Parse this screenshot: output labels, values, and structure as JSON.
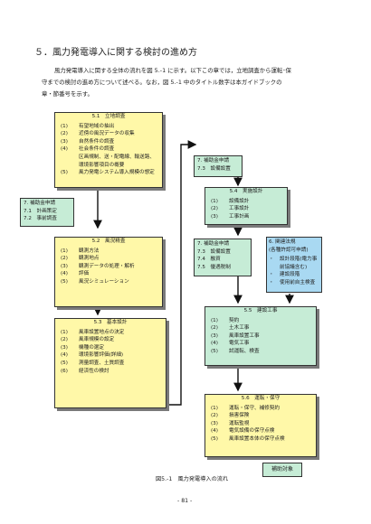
{
  "heading": "５．風力発電導入に関する検討の進め方",
  "intro": [
    "風力発電導入に関する全体の流れを図 5.-1 に示す。以下この章では，立地調査から運転･保",
    "守までの検討の進め方について述べる。なお，図 5.-1 中のタイトル数字は本ガイドブックの",
    "章・節番号を示す。"
  ],
  "box_51": {
    "title": "5.1　立地調査",
    "items": [
      {
        "num": "(1)",
        "text": "有望地域の抽出"
      },
      {
        "num": "(2)",
        "text": "近傍の風況データの収集"
      },
      {
        "num": "(3)",
        "text": "自然条件の調査"
      },
      {
        "num": "(4)",
        "text": "社会条件の調査",
        "sub": [
          "区画規制、送・配電線、輸送路、",
          "環境影響項目の概要"
        ]
      },
      {
        "num": "(5)",
        "text": "風力発電システム導入規模の想定"
      }
    ]
  },
  "subsidy_a": {
    "title": "7. 補助金申請",
    "lines": [
      "7.1　計画策定",
      "7.2　事前調査"
    ]
  },
  "box_52": {
    "title": "5.2　風況精査",
    "items": [
      {
        "num": "(1)",
        "text": "観測方法"
      },
      {
        "num": "(2)",
        "text": "観測地点"
      },
      {
        "num": "(3)",
        "text": "観測データの処理・解析"
      },
      {
        "num": "(4)",
        "text": "評価"
      },
      {
        "num": "(5)",
        "text": "風況シミュレーション"
      }
    ]
  },
  "box_53": {
    "title": "5.3　基本設計",
    "items": [
      {
        "num": "(1)",
        "text": "風車設置地点の決定"
      },
      {
        "num": "(2)",
        "text": "風車規模の設定"
      },
      {
        "num": "(3)",
        "text": "機種の選定"
      },
      {
        "num": "(4)",
        "text": "環境影響評価(詳細)"
      },
      {
        "num": "(5)",
        "text": "測量調査、土質調査"
      },
      {
        "num": "(6)",
        "text": "経済性の検討"
      }
    ]
  },
  "subsidy_b": {
    "title": "7. 補助金申請",
    "lines": [
      "7.3　設備設置"
    ]
  },
  "box_54": {
    "title": "5.4　実施設計",
    "items": [
      {
        "num": "(1)",
        "text": "設備設計"
      },
      {
        "num": "(2)",
        "text": "工事設計"
      },
      {
        "num": "(3)",
        "text": "工事計画"
      }
    ]
  },
  "subsidy_c": {
    "title": "7. 補助金申請",
    "lines": [
      "7.3　設備設置",
      "7.4　融資",
      "7.5　優遇税制"
    ]
  },
  "box_6": {
    "title": "6. 関連法規",
    "subtitle": "(各種許認可申請)",
    "items": [
      {
        "num": "・",
        "text": "設計段階(電力事",
        "sub": [
          "前協議含む)"
        ]
      },
      {
        "num": "・",
        "text": "建設段階"
      },
      {
        "num": "・",
        "text": "使用前自主検査"
      }
    ]
  },
  "box_55": {
    "title": "5.5　建設工事",
    "items": [
      {
        "num": "(1)",
        "text": "契約"
      },
      {
        "num": "(2)",
        "text": "土木工事"
      },
      {
        "num": "(3)",
        "text": "風車設置工事"
      },
      {
        "num": "(4)",
        "text": "電気工事"
      },
      {
        "num": "(5)",
        "text": "試運転、検査"
      }
    ]
  },
  "box_56": {
    "title": "5.6　運転・保守",
    "items": [
      {
        "num": "(1)",
        "text": "運転・保守、補修契約"
      },
      {
        "num": "(2)",
        "text": "損害保険"
      },
      {
        "num": "(3)",
        "text": "運転監視"
      },
      {
        "num": "(4)",
        "text": "電気設備の保守点検"
      },
      {
        "num": "(5)",
        "text": "風車設置本体の保守点検"
      }
    ]
  },
  "legend": "補助対象",
  "caption": "図5.-1　風力発電導入の流れ",
  "page_number": "- 81 -",
  "colors": {
    "yellow": "#fff8a8",
    "green": "#c6ecd6",
    "blue": "#a9d9f2",
    "shadow": "#7a7a7a"
  }
}
